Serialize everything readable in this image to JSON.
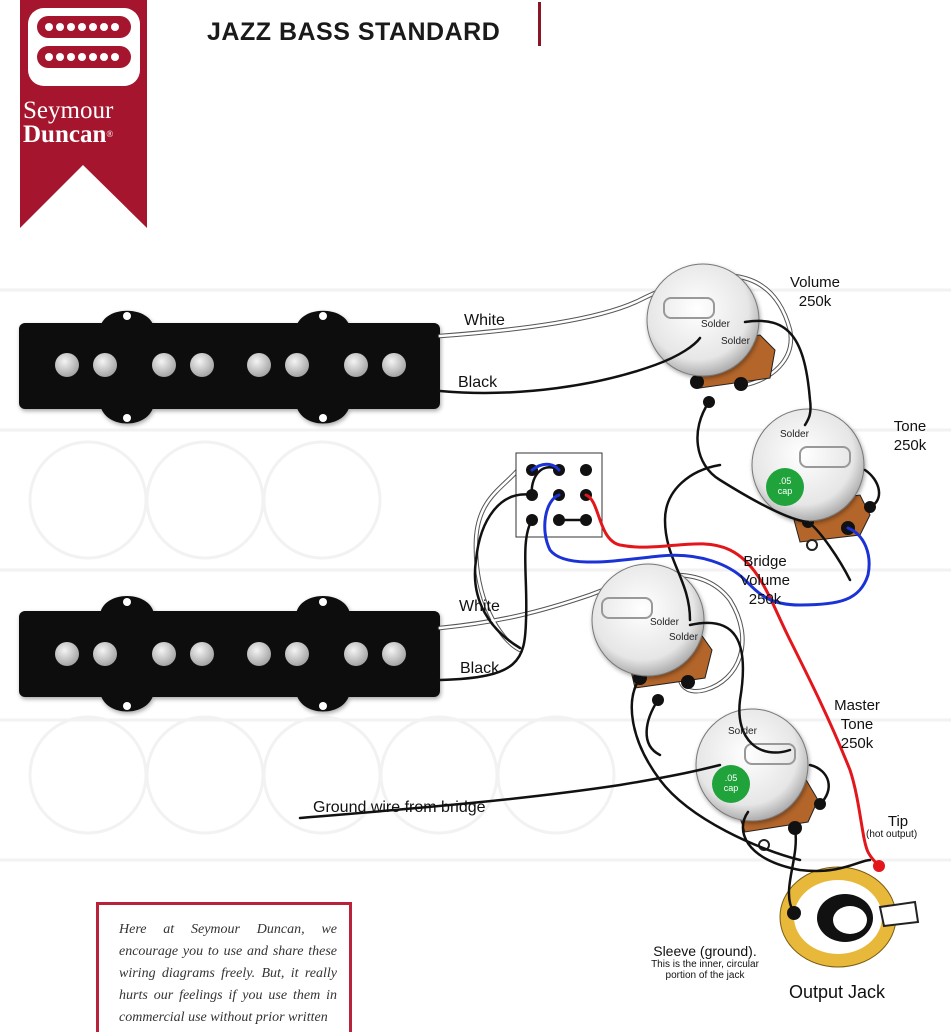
{
  "header": {
    "title": "JAZZ BASS STANDARD",
    "brand_line1": "Seymour",
    "brand_line2": "Duncan",
    "brand_mark": "®",
    "brand_color": "#a5162e"
  },
  "pickups": {
    "neck": {
      "wire_white": "White",
      "wire_black": "Black"
    },
    "bridge": {
      "wire_white": "White",
      "wire_black": "Black"
    }
  },
  "pots": {
    "volume": {
      "label_line1": "Volume",
      "label_line2": "250k",
      "solder_a": "Solder",
      "solder_b": "Solder"
    },
    "tone": {
      "label_line1": "Tone",
      "label_line2": "250k",
      "solder": "Solder",
      "cap_line1": ".05",
      "cap_line2": "cap"
    },
    "bridge_volume": {
      "label_line1": "Bridge",
      "label_line2": "Volume",
      "label_line3": "250k",
      "solder_a": "Solder",
      "solder_b": "Solder"
    },
    "master_tone": {
      "label_line1": "Master",
      "label_line2": "Tone",
      "label_line3": "250k",
      "solder": "Solder",
      "cap_line1": ".05",
      "cap_line2": "cap"
    }
  },
  "labels": {
    "ground_wire": "Ground wire from bridge",
    "tip": "Tip",
    "tip_sub": "(hot output)",
    "sleeve": "Sleeve (ground).",
    "sleeve_sub1": "This is the inner, circular",
    "sleeve_sub2": "portion of the jack",
    "output_jack": "Output Jack"
  },
  "note": {
    "text": "Here at Seymour Duncan, we encourage you to use and share these wiring diagrams freely. But, it really hurts our feelings if you use them in commercial use without prior written"
  },
  "colors": {
    "wire_black": "#111111",
    "wire_white": "#ffffff",
    "wire_red": "#e3161c",
    "wire_blue": "#1b33d6",
    "pickup_body": "#111111",
    "cap_green": "#1fa33a",
    "jack_gold": "#e8b83a",
    "pot_lug": "#b3652a"
  }
}
